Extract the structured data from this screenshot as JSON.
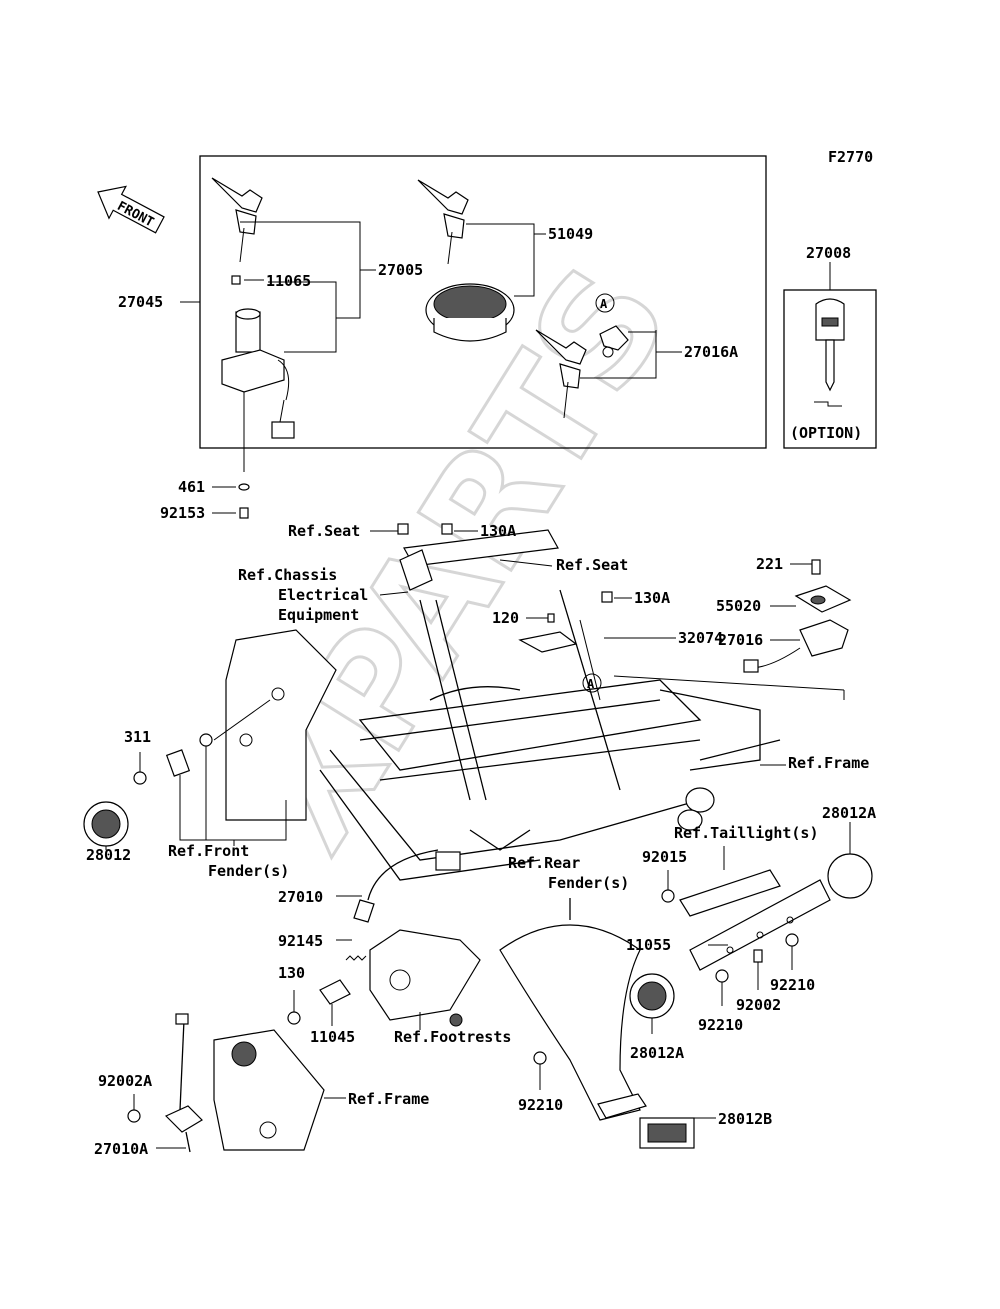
{
  "figure_code": "F2770",
  "front_arrow": "FRONT",
  "watermark": "XPARTS",
  "callouts": [
    {
      "id": "27045",
      "text": "27045"
    },
    {
      "id": "11065",
      "text": "11065"
    },
    {
      "id": "27005",
      "text": "27005"
    },
    {
      "id": "51049",
      "text": "51049"
    },
    {
      "id": "27016A",
      "text": "27016A"
    },
    {
      "id": "27008",
      "text": "27008"
    },
    {
      "id": "option",
      "text": "(OPTION)"
    },
    {
      "id": "461",
      "text": "461"
    },
    {
      "id": "92153",
      "text": "92153"
    },
    {
      "id": "ref-seat-1",
      "text": "Ref.Seat"
    },
    {
      "id": "130A-1",
      "text": "130A"
    },
    {
      "id": "ref-seat-2",
      "text": "Ref.Seat"
    },
    {
      "id": "ref-chassis-1",
      "text": "Ref.Chassis"
    },
    {
      "id": "ref-chassis-2",
      "text": "Electrical"
    },
    {
      "id": "ref-chassis-3",
      "text": "Equipment"
    },
    {
      "id": "221",
      "text": "221"
    },
    {
      "id": "55020",
      "text": "55020"
    },
    {
      "id": "130A-2",
      "text": "130A"
    },
    {
      "id": "120",
      "text": "120"
    },
    {
      "id": "32074",
      "text": "32074"
    },
    {
      "id": "27016",
      "text": "27016"
    },
    {
      "id": "311",
      "text": "311"
    },
    {
      "id": "ref-frame-1",
      "text": "Ref.Frame"
    },
    {
      "id": "28012",
      "text": "28012"
    },
    {
      "id": "ref-front-fender-1",
      "text": "Ref.Front"
    },
    {
      "id": "ref-front-fender-2",
      "text": "Fender(s)"
    },
    {
      "id": "28012A-1",
      "text": "28012A"
    },
    {
      "id": "ref-taillight",
      "text": "Ref.Taillight(s)"
    },
    {
      "id": "ref-rear-fender-1",
      "text": "Ref.Rear"
    },
    {
      "id": "ref-rear-fender-2",
      "text": "Fender(s)"
    },
    {
      "id": "92015",
      "text": "92015"
    },
    {
      "id": "27010",
      "text": "27010"
    },
    {
      "id": "92145",
      "text": "92145"
    },
    {
      "id": "11055",
      "text": "11055"
    },
    {
      "id": "130",
      "text": "130"
    },
    {
      "id": "92210-1",
      "text": "92210"
    },
    {
      "id": "92002",
      "text": "92002"
    },
    {
      "id": "92210-2",
      "text": "92210"
    },
    {
      "id": "11045",
      "text": "11045"
    },
    {
      "id": "ref-footrests",
      "text": "Ref.Footrests"
    },
    {
      "id": "28012A-2",
      "text": "28012A"
    },
    {
      "id": "92002A",
      "text": "92002A"
    },
    {
      "id": "ref-frame-2",
      "text": "Ref.Frame"
    },
    {
      "id": "92210-3",
      "text": "92210"
    },
    {
      "id": "27010A",
      "text": "27010A"
    },
    {
      "id": "28012B",
      "text": "28012B"
    }
  ],
  "markers": {
    "a1": "A",
    "a2": "A"
  }
}
